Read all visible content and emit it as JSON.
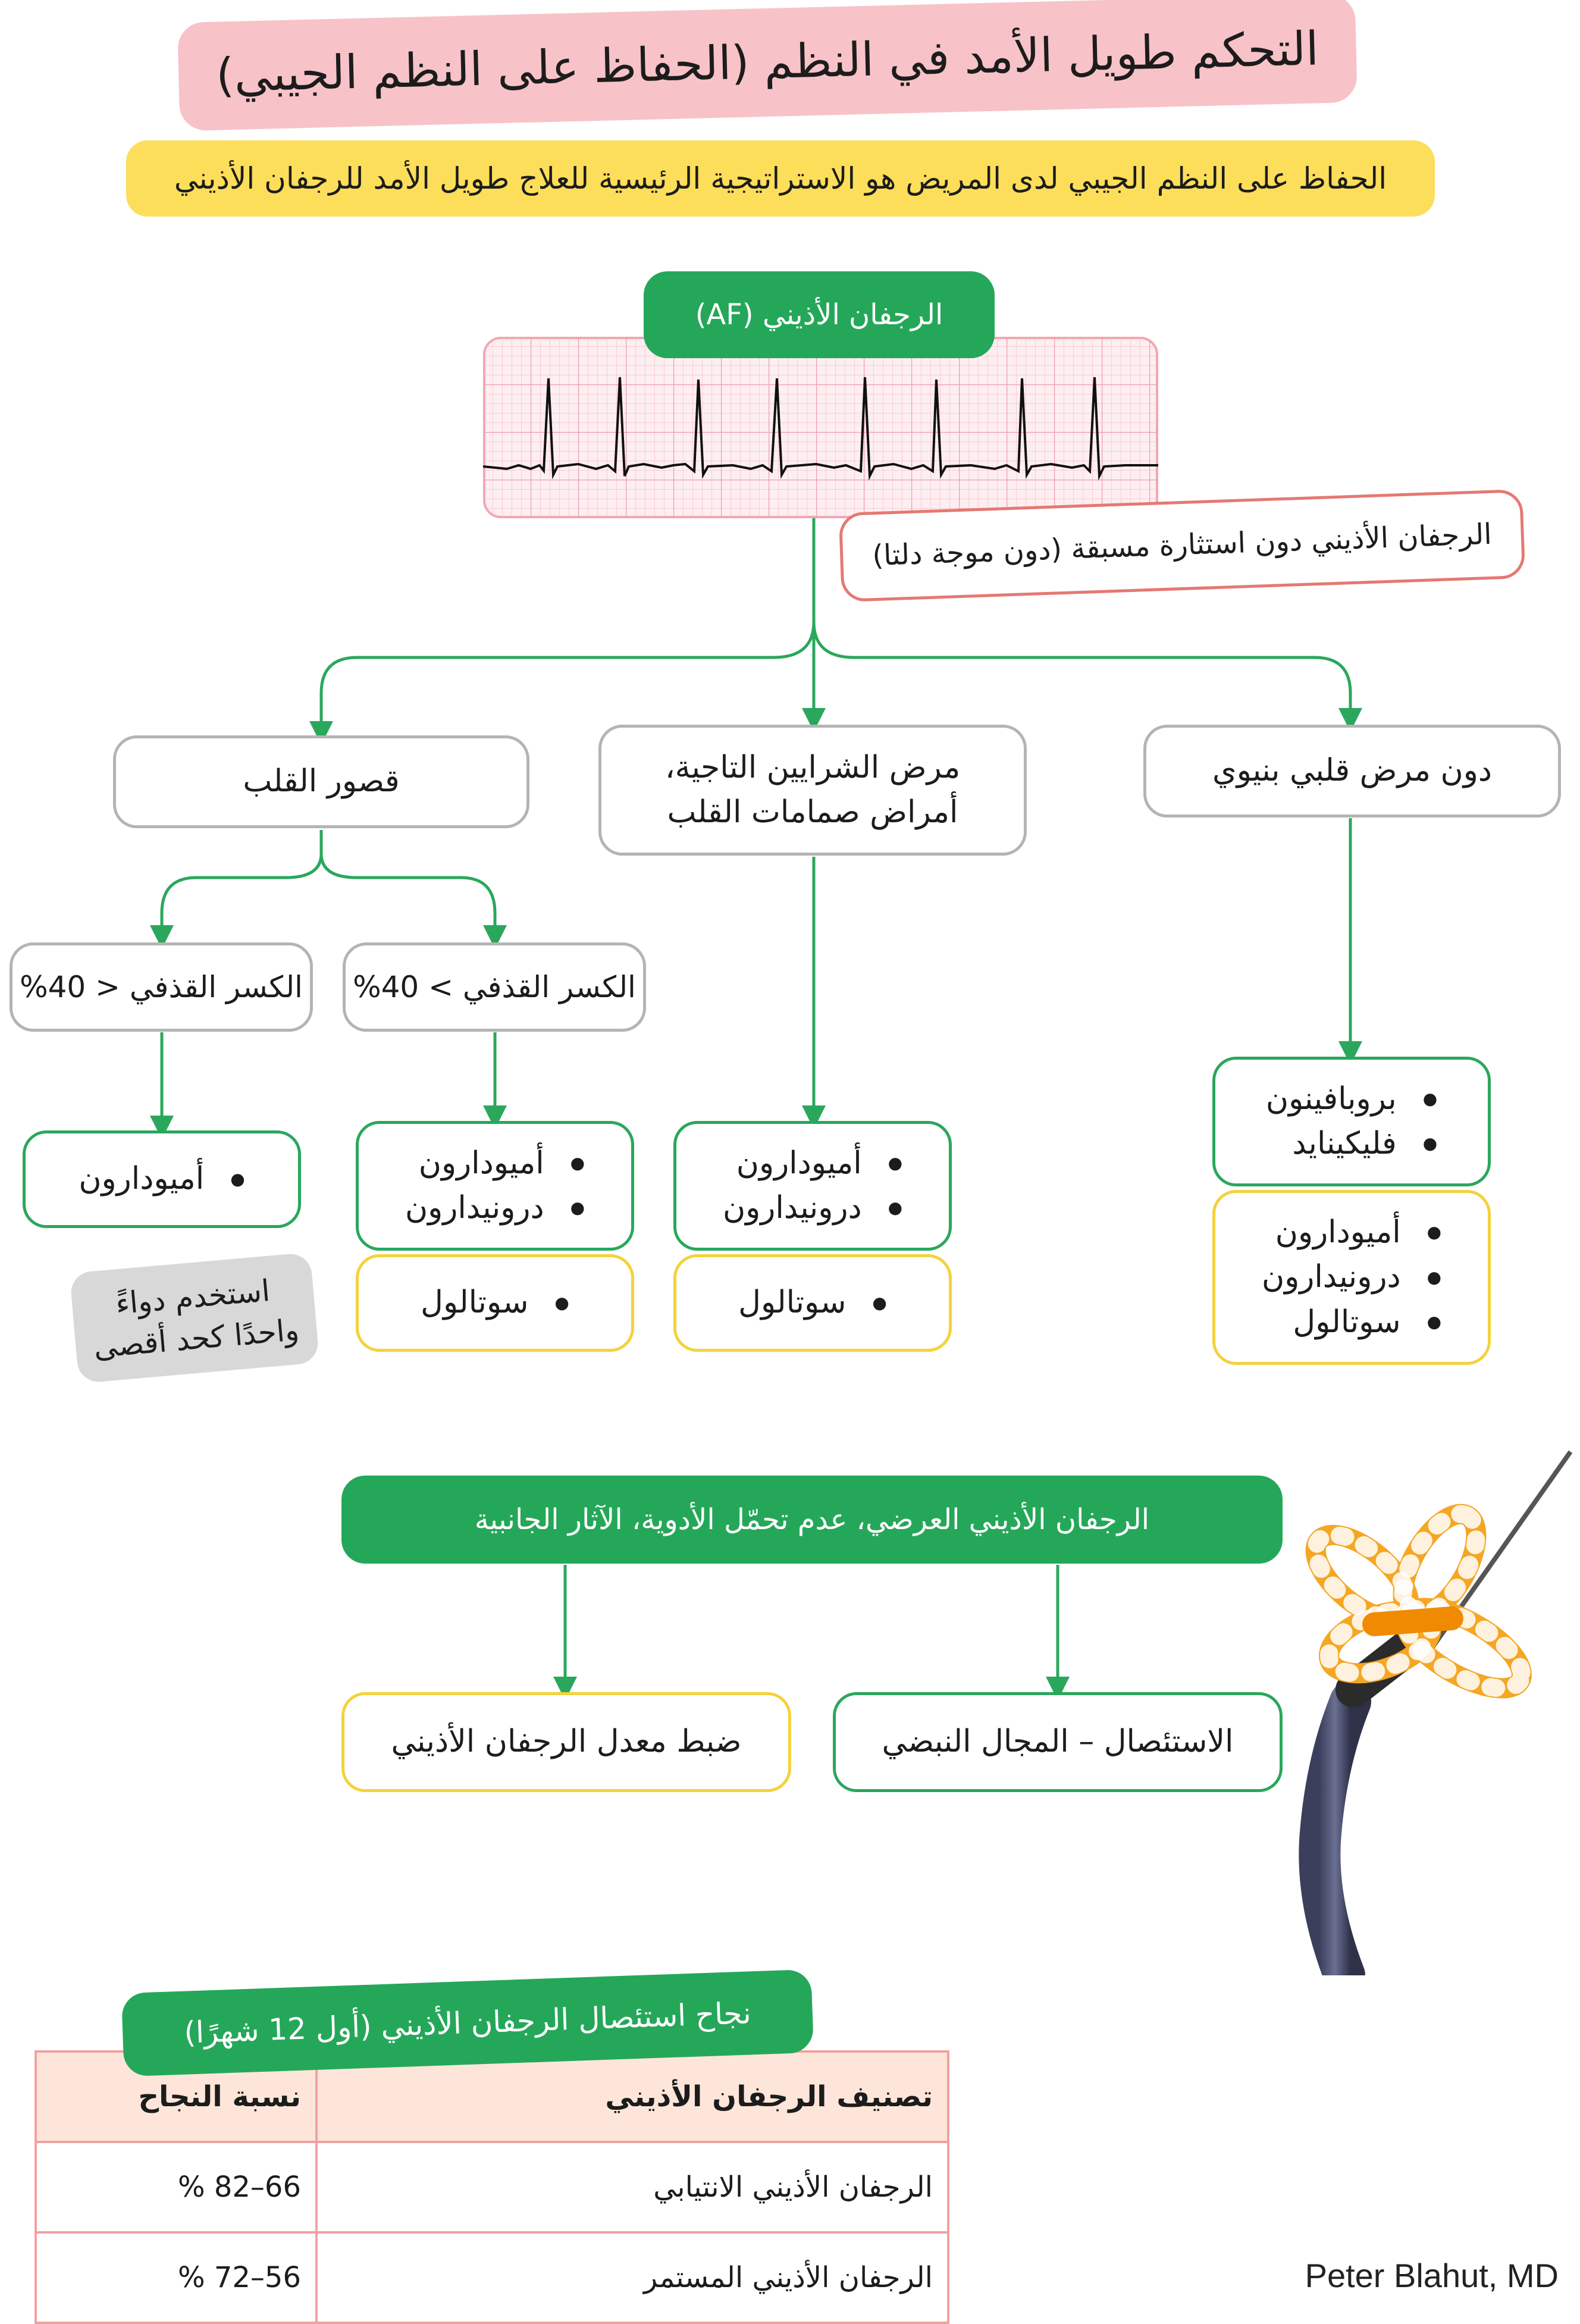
{
  "header": {
    "title": "التحكم طويل الأمد في النظم (الحفاظ على النظم الجيبي)",
    "subtitle": "الحفاظ على النظم الجيبي لدى المريض هو الاستراتيجية الرئيسية للعلاج طويل الأمد للرجفان الأذيني"
  },
  "af_root": {
    "label": "الرجفان الأذيني (AF)",
    "condition": "الرجفان الأذيني دون استثارة مسبقة (دون موجة دلتا)"
  },
  "branches": {
    "no_structural": {
      "label": "دون مرض قلبي بنيوي",
      "first_line": [
        "بروبافينون",
        "فليكينايد"
      ],
      "second_line": [
        "أميودارون",
        "درونيدارون",
        "سوتالول"
      ]
    },
    "cad_valvular": {
      "label": "مرض الشرايين التاجية، أمراض صمامات القلب",
      "first_line": [
        "أميودارون",
        "درونيدارون"
      ],
      "second_line": [
        "سوتالول"
      ]
    },
    "heart_failure": {
      "label": "قصور القلب",
      "ef_high": {
        "label": "الكسر القذفي > 40%",
        "first_line": [
          "أميودارون",
          "درونيدارون"
        ],
        "second_line": [
          "سوتالول"
        ]
      },
      "ef_low": {
        "label": "الكسر القذفي < 40%",
        "first_line": [
          "أميودارون"
        ]
      }
    }
  },
  "note": "استخدم دواءً واحدًا كحد أقصى",
  "symptomatic": {
    "label": "الرجفان الأذيني العرضي، عدم تحمّل الأدوية، الآثار الجانبية",
    "ablation": "الاستئصال – المجال النبضي",
    "rate_control": "ضبط معدل الرجفان الأذيني"
  },
  "success_table": {
    "title": "نجاح استئصال الرجفان الأذيني (أول 12 شهرًا)",
    "headers": {
      "category": "تصنيف الرجفان الأذيني",
      "rate": "نسبة النجاح"
    },
    "rows": [
      {
        "category": "الرجفان الأذيني الانتيابي",
        "rate": "66–82 %"
      },
      {
        "category": "الرجفان الأذيني المستمر",
        "rate": "56–72 %"
      }
    ]
  },
  "author": "Peter Blahut, MD",
  "colors": {
    "green": "#25a75a",
    "yellow": "#fcde5a",
    "pink": "#f7c3c8",
    "gray_border": "#b4b4b4",
    "ecg_grid": "#f3a6b1"
  },
  "icons": [
    "ecg-strip",
    "pulsed-field-ablation-catheter-icon"
  ]
}
